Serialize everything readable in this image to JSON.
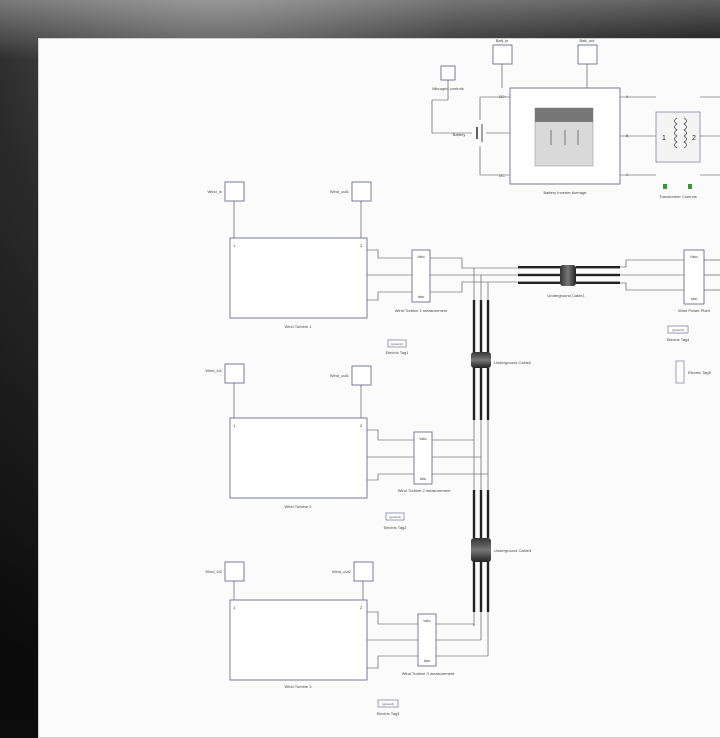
{
  "diagram": {
    "top": {
      "batt_in": "Batt_in",
      "batt_out": "Batt_out",
      "microgrid_controls": "Microgrid controls",
      "battery_label": "Battery",
      "inverter_caption": "Battery Inverter Average",
      "transformer_caption": "Transformer Controls",
      "port_dc_pos": "DC+",
      "port_dc_neg": "DC-",
      "port_ac_a": "A",
      "port_ac_b": "B",
      "port_ac_c": "C"
    },
    "turbines": [
      {
        "in": "Wind_in",
        "out": "Wind_out",
        "caption": "Wind Turbine 1",
        "meas": "Wind Turbine 1 measurement",
        "goto": "[ground]",
        "tag": "Electric Tag1"
      },
      {
        "in": "Wind_in1",
        "out": "Wind_out1",
        "caption": "Wind Turbine 2",
        "meas": "Wind Turbine 2 measurement",
        "goto": "[ground]",
        "tag": "Electric Tag2"
      },
      {
        "in": "Wind_in2",
        "out": "Wind_out2",
        "caption": "Wind Turbine 3",
        "meas": "Wind Turbine 3 measurement",
        "goto": "[ground]",
        "tag": "Electric Tag3"
      }
    ],
    "cables": {
      "cable1": "Underground Cable1",
      "cable2": "Underground Cable2",
      "cable3": "Underground Cable3"
    },
    "right": {
      "power_point": "Wind Power Plant",
      "goto": "[ground]",
      "tag": "Electric Tag4",
      "tag_side": "Electric Tag5"
    }
  }
}
